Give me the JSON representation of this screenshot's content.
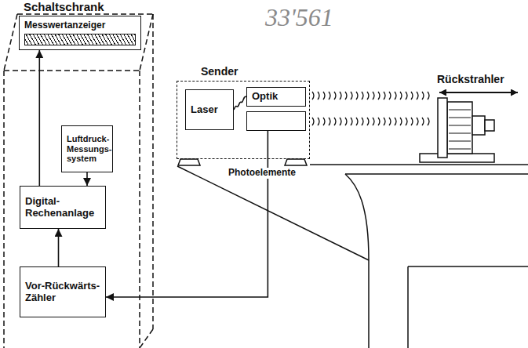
{
  "diagram": {
    "nodes": [
      {
        "text": [
          "Schaltschrank"
        ]
      },
      {
        "text": [
          "Messwertanzeiger"
        ],
        "in": 0
      },
      {
        "text": [
          "Luftdruck- Messungs- system"
        ],
        "in": 0
      },
      {
        "text": [
          "Digital- Rechenanlage"
        ],
        "in": 0
      },
      {
        "text": [
          "Vor-Rückwärts- Zähler"
        ],
        "in": 0
      },
      {
        "text": [
          "Sender"
        ]
      },
      {
        "text": [
          "Laser"
        ],
        "in": 5
      },
      {
        "text": [
          "Optik"
        ],
        "in": 5
      },
      {
        "text": [
          "Photoelemente"
        ],
        "in": 5
      }
    ],
    "edges": [
      {
        "from": 3,
        "to": 1,
        "arrow": "to"
      },
      {
        "from": 2,
        "to": 3,
        "arrow": "to"
      },
      {
        "from": 4,
        "to": 3,
        "arrow": "to"
      },
      {
        "from": 8,
        "to": 4,
        "arrow": "to"
      },
      {
        "from": 6,
        "to": 7,
        "arrow": "none"
      }
    ],
    "labels": [
      "33'561",
      "Rückstrahler"
    ]
  }
}
